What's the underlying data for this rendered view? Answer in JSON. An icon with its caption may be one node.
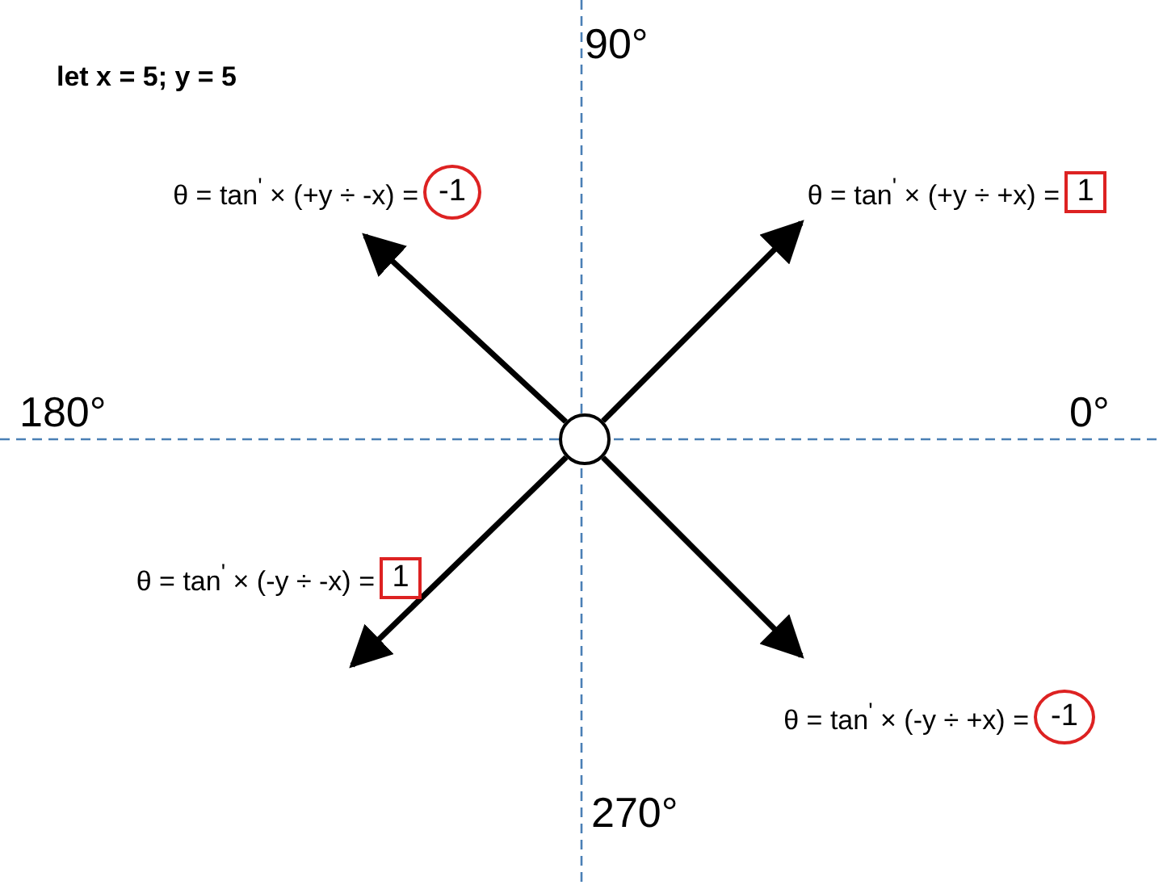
{
  "diagram": {
    "nodes": [
      {
        "text": [],
        "shape": "circle"
      },
      {
        "text": [
          "-1"
        ],
        "beside": [
          "θ = tan$^{'}$ × (+y ÷ -x) ="
        ]
      },
      {
        "text": [
          "1"
        ],
        "beside": [
          "θ = tan$^{'}$ × (+y ÷ +x) ="
        ]
      },
      {
        "text": [
          "1"
        ],
        "beside": [
          "θ = tan$^{'}$ × (-y ÷ -x) ="
        ]
      },
      {
        "text": [
          "-1"
        ],
        "beside": [
          "θ = tan$^{'}$ × (-y ÷ +x) ="
        ]
      }
    ],
    "edges": [
      {
        "from": 0,
        "to": 1,
        "arrow": "to"
      },
      {
        "from": 0,
        "to": 2,
        "arrow": "to"
      },
      {
        "from": 0,
        "to": 3,
        "arrow": "to"
      },
      {
        "from": 0,
        "to": 4,
        "arrow": "to"
      }
    ],
    "labels": [
      "let x = 5; y = 5",
      "90°",
      "180°",
      "0°",
      "270°"
    ]
  }
}
